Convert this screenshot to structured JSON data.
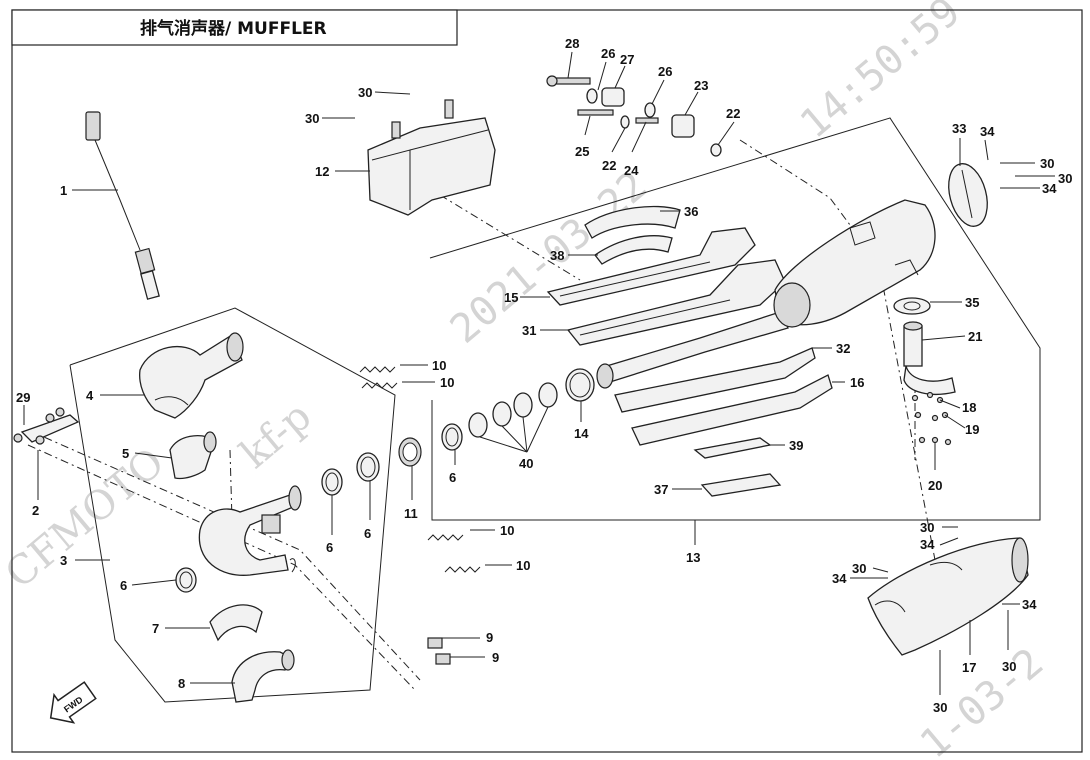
{
  "title": "排气消声器/ MUFFLER",
  "watermarks": {
    "brand": "CFMOTO",
    "user": "kf-p",
    "date": "2021-03-22",
    "time": "14:50:59",
    "date_tail": "1-03-2"
  },
  "fwd_label": "FWD",
  "callouts": {
    "c1": "1",
    "c2": "2",
    "c3": "3",
    "c4": "4",
    "c5": "5",
    "c6a": "6",
    "c6b": "6",
    "c6c": "6",
    "c6d": "6",
    "c7": "7",
    "c8": "8",
    "c9a": "9",
    "c9b": "9",
    "c10a": "10",
    "c10b": "10",
    "c10c": "10",
    "c10d": "10",
    "c11": "11",
    "c12": "12",
    "c13": "13",
    "c14": "14",
    "c15": "15",
    "c16": "16",
    "c17": "17",
    "c18": "18",
    "c19": "19",
    "c20": "20",
    "c21": "21",
    "c22a": "22",
    "c22b": "22",
    "c23": "23",
    "c24": "24",
    "c25": "25",
    "c26a": "26",
    "c26b": "26",
    "c27": "27",
    "c28": "28",
    "c29": "29",
    "c30a": "30",
    "c30b": "30",
    "c30c": "30",
    "c30d": "30",
    "c30e": "30",
    "c30f": "30",
    "c30g": "30",
    "c30h": "30",
    "c31": "31",
    "c32": "32",
    "c33": "33",
    "c34a": "34",
    "c34b": "34",
    "c34c": "34",
    "c34d": "34",
    "c34e": "34",
    "c35": "35",
    "c36": "36",
    "c37": "37",
    "c38": "38",
    "c39": "39",
    "c40": "40"
  }
}
